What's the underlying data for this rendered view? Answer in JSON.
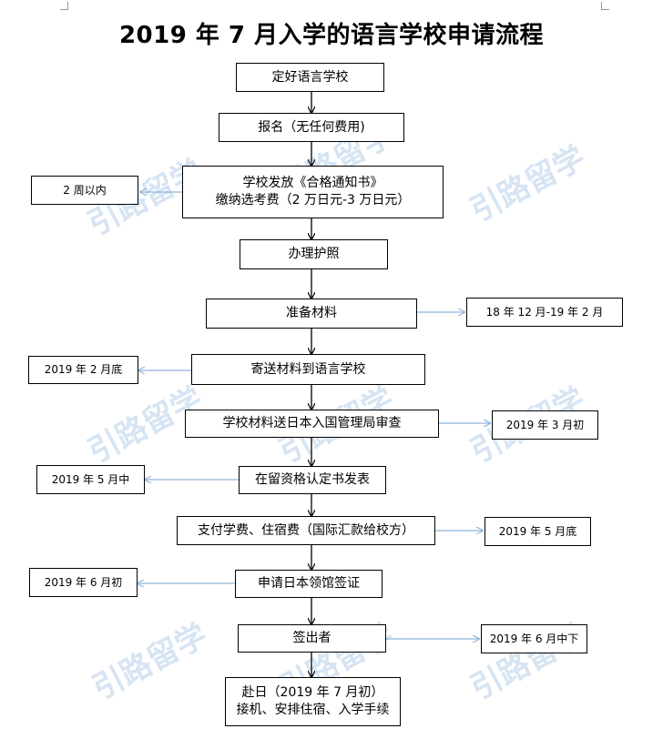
{
  "title": "2019 年 7 月入学的语言学校申请流程",
  "steps": [
    {
      "text": "定好语言学校"
    },
    {
      "text": "报名（无任何费用)"
    },
    {
      "line1": "学校发放《合格通知书》",
      "line2": "缴纳选考费（2 万日元-3 万日元）"
    },
    {
      "text": "办理护照"
    },
    {
      "text": "准备材料"
    },
    {
      "text": "寄送材料到语言学校"
    },
    {
      "text": "学校材料送日本入国管理局审查"
    },
    {
      "text": "在留资格认定书发表"
    },
    {
      "text": "支付学费、住宿费（国际汇款给校方）"
    },
    {
      "text": "申请日本领馆签证"
    },
    {
      "text": "签出者"
    },
    {
      "line1": "赴日（2019 年 7 月初）",
      "line2": "接机、安排住宿、入学手续"
    }
  ],
  "notes": {
    "two_weeks": "2 周以内",
    "materials_period": "18 年 12 月-19 年 2 月",
    "feb_end": "2019 年 2 月底",
    "mar_begin": "2019 年 3 月初",
    "may_mid": "2019 年 5 月中",
    "may_end": "2019 年 5 月底",
    "jun_begin": "2019 年 6 月初",
    "jun_mid_late": "2019 年 6 月中下"
  },
  "watermark": "引路留学",
  "colors": {
    "side_arrow": "#8fb4d9",
    "main_arrow": "#000000",
    "watermark": "#c9dcef"
  }
}
